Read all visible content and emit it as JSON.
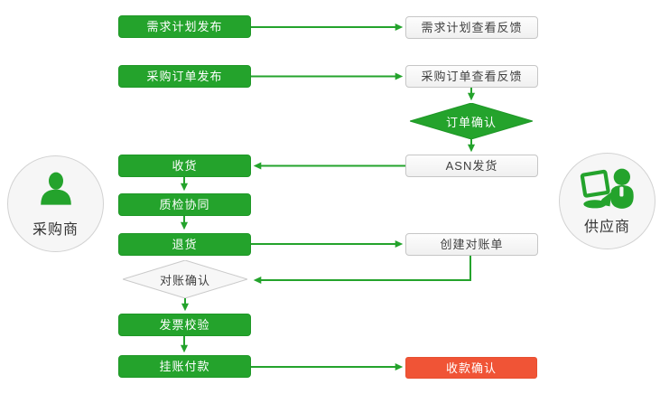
{
  "actors": {
    "buyer": {
      "label": "采购商",
      "icon": "person-bust-icon"
    },
    "supplier": {
      "label": "供应商",
      "icon": "person-with-laptop-icon"
    }
  },
  "nodes": {
    "demand_plan_publish": {
      "label": "需求计划发布",
      "type": "green-box"
    },
    "demand_plan_feedback": {
      "label": "需求计划查看反馈",
      "type": "white-box"
    },
    "po_publish": {
      "label": "采购订单发布",
      "type": "green-box"
    },
    "po_feedback": {
      "label": "采购订单查看反馈",
      "type": "white-box"
    },
    "order_confirm": {
      "label": "订单确认",
      "type": "green-diamond"
    },
    "asn_ship": {
      "label": "ASN发货",
      "type": "white-box"
    },
    "receiving": {
      "label": "收货",
      "type": "green-box"
    },
    "quality_collab": {
      "label": "质检协同",
      "type": "green-box"
    },
    "returns": {
      "label": "退货",
      "type": "green-box"
    },
    "create_statement": {
      "label": "创建对账单",
      "type": "white-box"
    },
    "statement_confirm": {
      "label": "对账确认",
      "type": "white-diamond"
    },
    "invoice_check": {
      "label": "发票校验",
      "type": "green-box"
    },
    "book_payment": {
      "label": "挂账付款",
      "type": "green-box"
    },
    "receipt_confirm": {
      "label": "收款确认",
      "type": "red-box"
    }
  },
  "edges": [
    {
      "from": "demand_plan_publish",
      "to": "demand_plan_feedback"
    },
    {
      "from": "po_publish",
      "to": "po_feedback"
    },
    {
      "from": "po_feedback",
      "to": "order_confirm"
    },
    {
      "from": "order_confirm",
      "to": "asn_ship"
    },
    {
      "from": "asn_ship",
      "to": "receiving"
    },
    {
      "from": "receiving",
      "to": "quality_collab"
    },
    {
      "from": "quality_collab",
      "to": "returns"
    },
    {
      "from": "returns",
      "to": "create_statement"
    },
    {
      "from": "create_statement",
      "to": "statement_confirm"
    },
    {
      "from": "statement_confirm",
      "to": "invoice_check"
    },
    {
      "from": "invoice_check",
      "to": "book_payment"
    },
    {
      "from": "book_payment",
      "to": "receipt_confirm"
    }
  ],
  "colors": {
    "green": "#24a32c",
    "green_border": "#1e9726",
    "red": "#f05436",
    "light_box_bg": "#f7f7f7",
    "light_box_border": "#c6c6c6",
    "dark_text": "#3f3f3f",
    "white_text": "#ffffff",
    "actor_circle_bg": "#f6f6f6",
    "actor_circle_border": "#d2d2d2"
  }
}
